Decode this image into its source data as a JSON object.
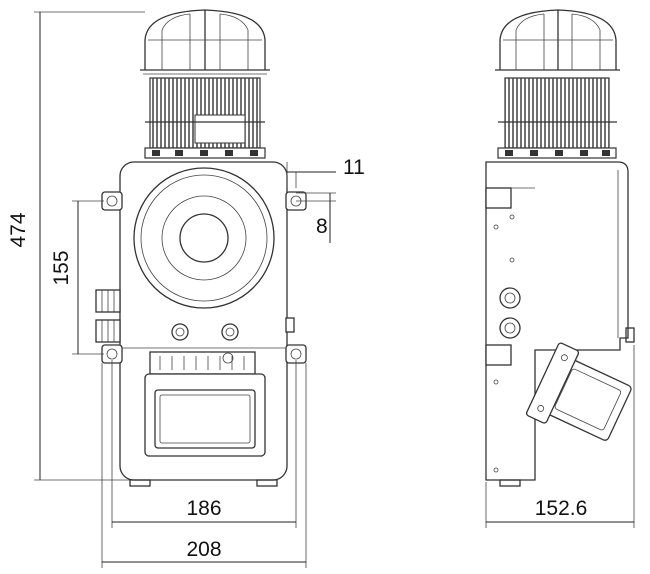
{
  "dimensions": {
    "height_total": "474",
    "mount_spacing_vertical": "155",
    "hole_offset_horizontal": "11",
    "hole_offset_vertical": "8",
    "width_body": "186",
    "width_total": "208",
    "depth": "152.6"
  }
}
